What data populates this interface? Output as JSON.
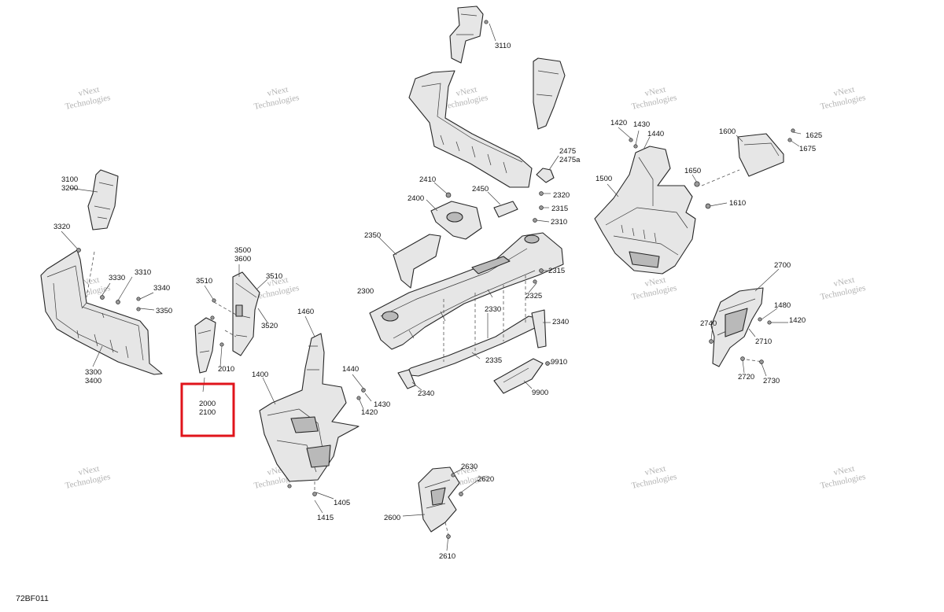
{
  "diagram_code": "72BF011",
  "watermark": {
    "line1": "vNext",
    "line2": "Technologies"
  },
  "highlight": {
    "part_numbers": [
      "2000",
      "2100"
    ],
    "color": "#e0141b"
  },
  "labels": [
    "3110",
    "3100",
    "3200",
    "3320",
    "3330",
    "3310",
    "3340",
    "3350",
    "3300",
    "3400",
    "3500",
    "3600",
    "3510",
    "3510",
    "3520",
    "2010",
    "1460",
    "1440",
    "1430",
    "1420",
    "1400",
    "1405",
    "1415",
    "2400",
    "2410",
    "2450",
    "2350",
    "2300",
    "2475",
    "2475a",
    "2320",
    "2315",
    "2310",
    "2315",
    "2325",
    "2330",
    "2340",
    "2335",
    "2340",
    "9910",
    "9900",
    "1420",
    "1430",
    "1440",
    "1500",
    "1600",
    "1625",
    "1675",
    "1650",
    "1610",
    "2700",
    "1480",
    "1420",
    "2740",
    "2710",
    "2720",
    "2730",
    "2630",
    "2620",
    "2600",
    "2610"
  ]
}
